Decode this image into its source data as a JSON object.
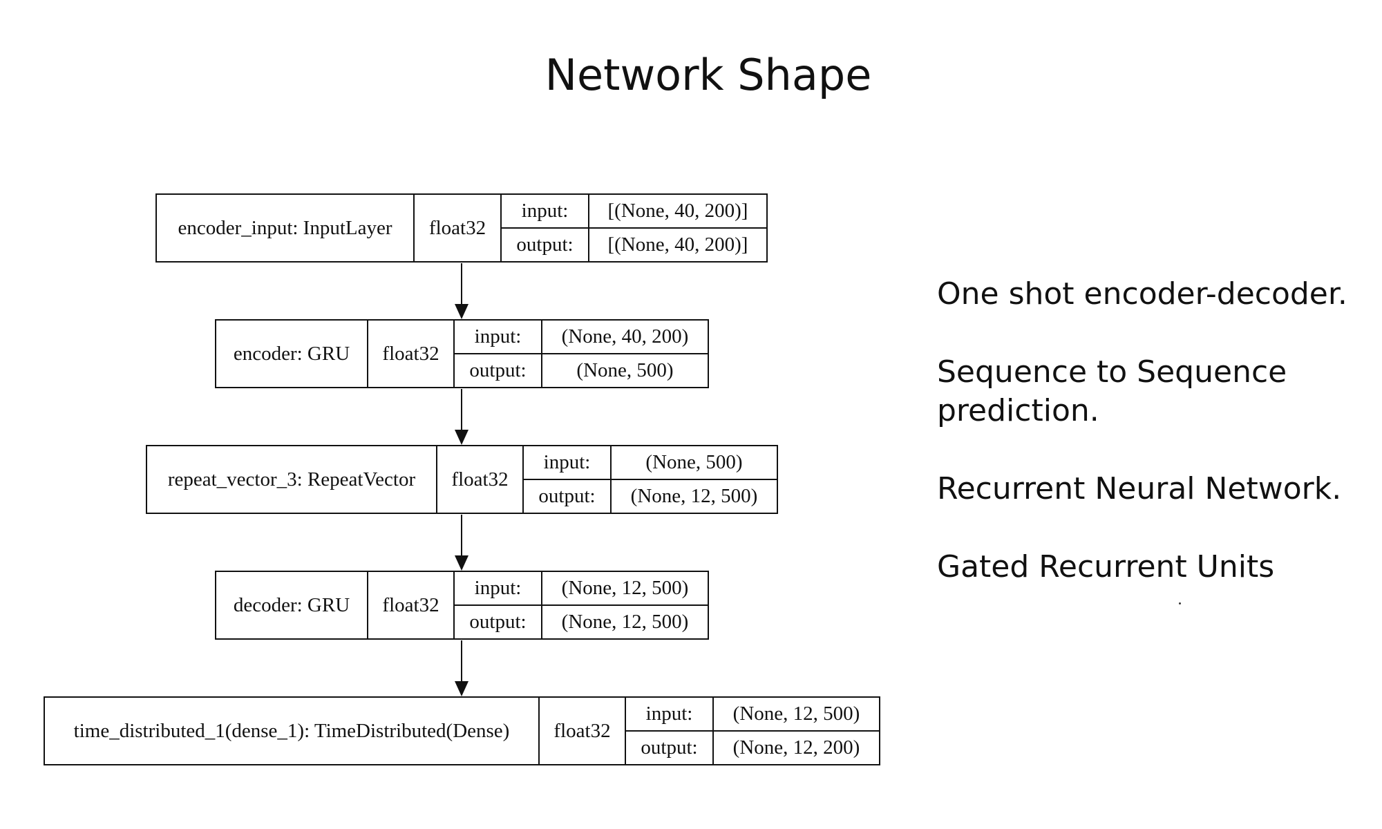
{
  "title": "Network Shape",
  "layers": [
    {
      "name": "encoder_input: InputLayer",
      "dtype": "float32",
      "input_label": "input:",
      "input": "[(None, 40, 200)]",
      "output_label": "output:",
      "output": "[(None, 40, 200)]"
    },
    {
      "name": "encoder: GRU",
      "dtype": "float32",
      "input_label": "input:",
      "input": "(None, 40, 200)",
      "output_label": "output:",
      "output": "(None, 500)"
    },
    {
      "name": "repeat_vector_3: RepeatVector",
      "dtype": "float32",
      "input_label": "input:",
      "input": "(None, 500)",
      "output_label": "output:",
      "output": "(None, 12, 500)"
    },
    {
      "name": "decoder: GRU",
      "dtype": "float32",
      "input_label": "input:",
      "input": "(None, 12, 500)",
      "output_label": "output:",
      "output": "(None, 12, 500)"
    },
    {
      "name": "time_distributed_1(dense_1): TimeDistributed(Dense)",
      "dtype": "float32",
      "input_label": "input:",
      "input": "(None, 12, 500)",
      "output_label": "output:",
      "output": "(None, 12, 200)"
    }
  ],
  "notes": [
    "One shot encoder-decoder.",
    "Sequence to Sequence prediction.",
    "Recurrent Neural Network.",
    "Gated Recurrent Units"
  ]
}
